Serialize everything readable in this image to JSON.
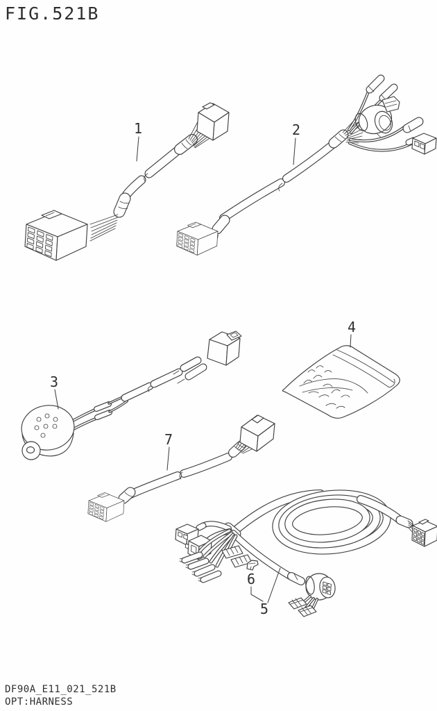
{
  "figure": {
    "title": "FIG.521B"
  },
  "footer": {
    "drawing_code": "DF90A_E11_021_521B",
    "option_label": "OPT:HARNESS"
  },
  "colors": {
    "line": "#3f3f3f",
    "background": "#fefefe",
    "text": "#2e2e2e"
  },
  "callouts": [
    {
      "label": "1"
    },
    {
      "label": "2"
    },
    {
      "label": "3"
    },
    {
      "label": "4"
    },
    {
      "label": "5"
    },
    {
      "label": "6"
    },
    {
      "label": "7"
    }
  ]
}
